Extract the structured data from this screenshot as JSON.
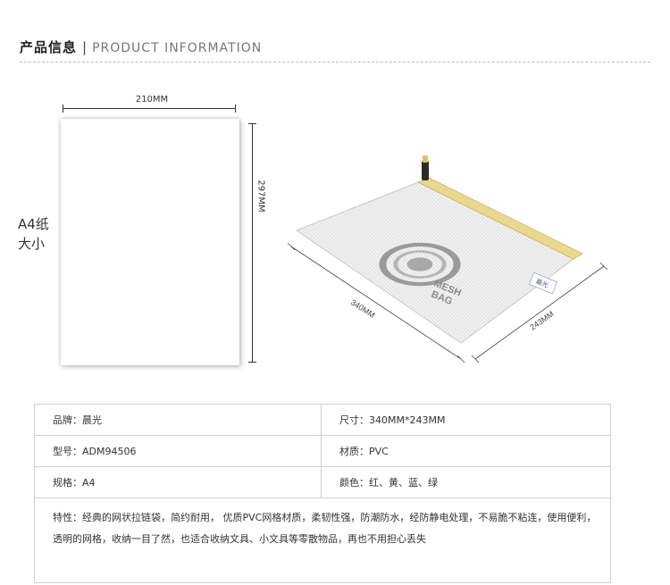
{
  "header": {
    "title_cn": "产品信息",
    "separator": "|",
    "title_en": "PRODUCT INFORMATION"
  },
  "illustration": {
    "paper_width_label": "210MM",
    "paper_height_label": "297MM",
    "paper_name_line1": "A4纸",
    "paper_name_line2": "大小",
    "bag_width_label": "340MM",
    "bag_height_label": "243MM",
    "bag_print_text1": "MESH",
    "bag_print_text2": "BAG",
    "bag_brand_tag": "晨光"
  },
  "specs": {
    "brand": "品牌：晨光",
    "size": "尺寸：340MM*243MM",
    "model": "型号：ADM94506",
    "material": "材质：PVC",
    "format": "规格：A4",
    "color": "颜色：红、黄、蓝、绿",
    "features": "特性：经典的网状拉链袋，简约耐用， 优质PVC网格材质，柔韧性强，防潮防水，经防静电处理，不易脆不粘连，使用便利，透明的网格，收纳一目了然，也适合收纳文具、小文具等零散物品，再也不用担心丢失"
  }
}
